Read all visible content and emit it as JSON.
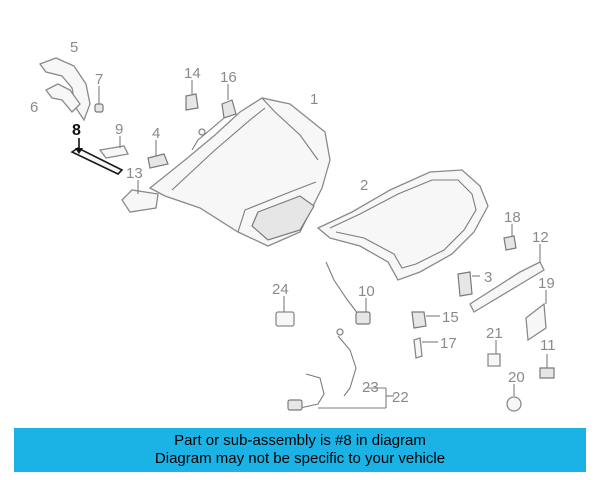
{
  "diagram": {
    "callouts": {
      "c1": "1",
      "c2": "2",
      "c3": "3",
      "c4": "4",
      "c5": "5",
      "c6": "6",
      "c7": "7",
      "c8": "8",
      "c9": "9",
      "c10": "10",
      "c11": "11",
      "c12": "12",
      "c13": "13",
      "c14": "14",
      "c15": "15",
      "c16": "16",
      "c17": "17",
      "c18": "18",
      "c19": "19",
      "c20": "20",
      "c21": "21",
      "c22": "22",
      "c23": "23",
      "c24": "24"
    },
    "highlighted_part": "8",
    "highlight_color": "#111111",
    "line_color": "#8a8a8a"
  },
  "footer": {
    "line1": "Part or sub-assembly is #8 in diagram",
    "line2": "Diagram may not be specific to your vehicle",
    "background": "#1bb3e6"
  }
}
